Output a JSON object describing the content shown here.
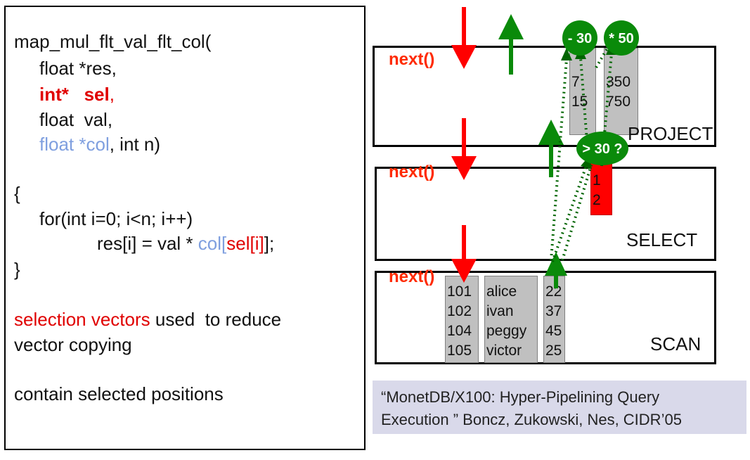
{
  "code": {
    "l1": "map_mul_flt_val_flt_col(",
    "l2": "float *res,",
    "l3a": "int*",
    "l3b": "sel",
    "l3c": ",",
    "l4": "float  val,",
    "l5a": "float *col",
    "l5b": ", int n)",
    "l6": "{",
    "l7": "for(int i=0; i<n; i++)",
    "l8a": "res[i] = val * ",
    "l8b": "col",
    "l8c": "[",
    "l8d": "sel[i]",
    "l8e": "];",
    "l9": "}",
    "note1a": "selection vectors",
    "note1b": " used  to reduce",
    "note2": "vector copying",
    "note3": "contain selected positions"
  },
  "operators": {
    "project": "PROJECT",
    "select": "SELECT",
    "scan": "SCAN",
    "next": "next()"
  },
  "badges": {
    "minus": "- 30",
    "times": "* 50",
    "gt": "> 30 ?"
  },
  "project_cols": {
    "a": [
      "7",
      "15"
    ],
    "b": [
      "350",
      "750"
    ]
  },
  "select_col": [
    "1",
    "2"
  ],
  "scan_cols": {
    "ids": [
      "101",
      "102",
      "104",
      "105"
    ],
    "names": [
      "alice",
      "ivan",
      "peggy",
      "victor"
    ],
    "ages": [
      "22",
      "37",
      "45",
      "25"
    ]
  },
  "citation": {
    "line1": "“MonetDB/X100: Hyper-Pipelining Query",
    "line2": "Execution ” Boncz, Zukowski, Nes, CIDR’05"
  },
  "colors": {
    "red": "#ff0000",
    "green": "#0a8a0a",
    "dark_green": "#006400",
    "blue": "#7f9fdf",
    "gray": "#c0c0c0",
    "cite_bg": "#d9d9ea"
  }
}
